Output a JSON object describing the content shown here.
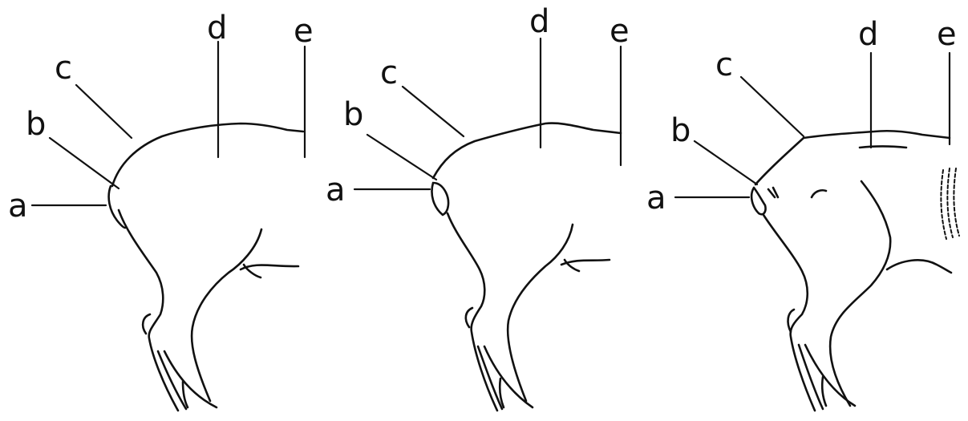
{
  "figure": {
    "panels": [
      {
        "id": "panel-1",
        "labels": {
          "a": "a",
          "b": "b",
          "c": "c",
          "d": "d",
          "e": "e"
        }
      },
      {
        "id": "panel-2",
        "labels": {
          "a": "a",
          "b": "b",
          "c": "c",
          "d": "d",
          "e": "e"
        }
      },
      {
        "id": "panel-3",
        "labels": {
          "a": "a",
          "b": "b",
          "c": "c",
          "d": "d",
          "e": "e"
        }
      }
    ]
  }
}
